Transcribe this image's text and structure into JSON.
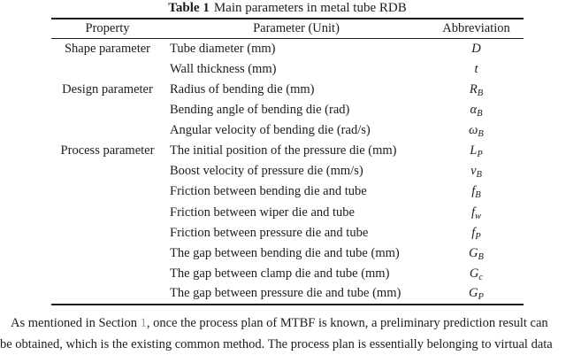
{
  "title": {
    "label": "Table 1",
    "text": "Main parameters in metal tube RDB"
  },
  "table": {
    "headers": [
      "Property",
      "Parameter (Unit)",
      "Abbreviation"
    ],
    "rows": [
      {
        "property": "Shape parameter",
        "parameter": "Tube diameter (mm)",
        "abbr_base": "D",
        "abbr_sub": ""
      },
      {
        "property": "",
        "parameter": "Wall thickness (mm)",
        "abbr_base": "t",
        "abbr_sub": ""
      },
      {
        "property": "Design parameter",
        "parameter": "Radius of bending die (mm)",
        "abbr_base": "R",
        "abbr_sub": "B"
      },
      {
        "property": "",
        "parameter": "Bending angle of bending die (rad)",
        "abbr_base": "α",
        "abbr_sub": "B"
      },
      {
        "property": "",
        "parameter": "Angular velocity of bending die (rad/s)",
        "abbr_base": "ω",
        "abbr_sub": "B"
      },
      {
        "property": "Process parameter",
        "parameter": "The initial position of the pressure die (mm)",
        "abbr_base": "L",
        "abbr_sub": "P"
      },
      {
        "property": "",
        "parameter": "Boost velocity of pressure die (mm/s)",
        "abbr_base": "v",
        "abbr_sub": "B"
      },
      {
        "property": "",
        "parameter": "Friction between bending die and tube",
        "abbr_base": "f",
        "abbr_sub": "B"
      },
      {
        "property": "",
        "parameter": "Friction between wiper die and tube",
        "abbr_base": "f",
        "abbr_sub": "w"
      },
      {
        "property": "",
        "parameter": "Friction between pressure die and tube",
        "abbr_base": "f",
        "abbr_sub": "P"
      },
      {
        "property": "",
        "parameter": "The gap between bending die and tube (mm)",
        "abbr_base": "G",
        "abbr_sub": "B"
      },
      {
        "property": "",
        "parameter": "The gap between clamp die and tube (mm)",
        "abbr_base": "G",
        "abbr_sub": "c"
      },
      {
        "property": "",
        "parameter": "The gap between pressure die and tube (mm)",
        "abbr_base": "G",
        "abbr_sub": "P"
      }
    ]
  },
  "paragraph": {
    "line1_before": "As mentioned in Section ",
    "link_text": "1",
    "line1_after": ", once the process plan of MTBF is known, a preliminary prediction result can",
    "line2": "be obtained, which is the existing common method. The process plan is essentially belonging to virtual data",
    "link_color": "#8b9dab",
    "text_color": "#1c1c1c"
  }
}
